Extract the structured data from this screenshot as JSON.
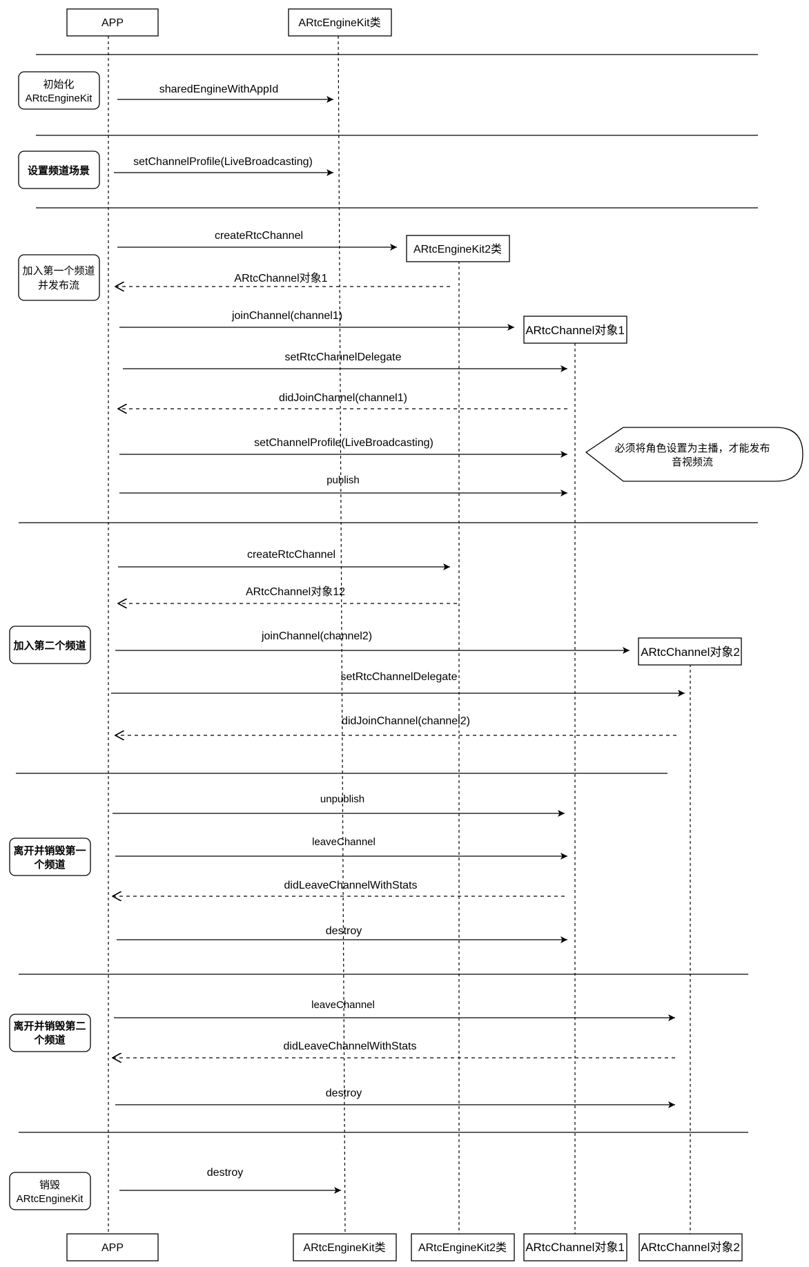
{
  "participants": [
    {
      "id": "app",
      "name": "APP"
    },
    {
      "id": "kit",
      "name": "ARtcEngineKit类"
    },
    {
      "id": "kit2",
      "name": "ARtcEngineKit2类"
    },
    {
      "id": "ch1",
      "name": "ARtcChannel对象1"
    },
    {
      "id": "ch2",
      "name": "ARtcChannel对象2"
    }
  ],
  "sections": [
    {
      "label": [
        "初始化",
        "ARtcEngineKit"
      ],
      "bold": false
    },
    {
      "label": [
        "设置频道场景"
      ],
      "bold": true
    },
    {
      "label": [
        "加入第一个频道",
        "并发布流"
      ],
      "bold": false
    },
    {
      "label": [
        "加入第二个频道"
      ],
      "bold": true
    },
    {
      "label": [
        "离开并销毁第一",
        "个频道"
      ],
      "bold": true
    },
    {
      "label": [
        "离开并销毁第二",
        "个频道"
      ],
      "bold": true
    },
    {
      "label": [
        "销毁",
        "ARtcEngineKit"
      ],
      "bold": false
    }
  ],
  "messages": [
    {
      "label": "sharedEngineWithAppId",
      "from": "app",
      "to": "kit",
      "kind": "call"
    },
    {
      "label": "setChannelProfile(LiveBroadcasting)",
      "from": "app",
      "to": "kit",
      "kind": "call"
    },
    {
      "label": "createRtcChannel",
      "from": "app",
      "to": "kit2",
      "kind": "create"
    },
    {
      "label": "ARtcChannel对象1",
      "from": "kit2",
      "to": "app",
      "kind": "return"
    },
    {
      "label": "joinChannel(channel1)",
      "from": "app",
      "to": "ch1",
      "kind": "create"
    },
    {
      "label": "setRtcChannelDelegate",
      "from": "app",
      "to": "ch1",
      "kind": "call"
    },
    {
      "label": "didJoinChannel(channel1)",
      "from": "ch1",
      "to": "app",
      "kind": "return"
    },
    {
      "label": "setChannelProfile(LiveBroadcasting)",
      "from": "app",
      "to": "ch1",
      "kind": "call"
    },
    {
      "label": "publish",
      "from": "app",
      "to": "ch1",
      "kind": "call"
    },
    {
      "label": "createRtcChannel",
      "from": "app",
      "to": "kit2",
      "kind": "call"
    },
    {
      "label": "ARtcChannel对象12",
      "from": "kit2",
      "to": "app",
      "kind": "return"
    },
    {
      "label": "joinChannel(channel2)",
      "from": "app",
      "to": "ch2",
      "kind": "create"
    },
    {
      "label": "setRtcChannelDelegate",
      "from": "app",
      "to": "ch2",
      "kind": "call"
    },
    {
      "label": "didJoinChannel(channel2)",
      "from": "ch2",
      "to": "app",
      "kind": "return"
    },
    {
      "label": "unpublish",
      "from": "app",
      "to": "ch1",
      "kind": "call"
    },
    {
      "label": "leaveChannel",
      "from": "app",
      "to": "ch1",
      "kind": "call"
    },
    {
      "label": "didLeaveChannelWithStats",
      "from": "ch1",
      "to": "app",
      "kind": "return"
    },
    {
      "label": "destroy",
      "from": "app",
      "to": "ch1",
      "kind": "call"
    },
    {
      "label": "leaveChannel",
      "from": "app",
      "to": "ch2",
      "kind": "call"
    },
    {
      "label": "didLeaveChannelWithStats",
      "from": "ch2",
      "to": "app",
      "kind": "return"
    },
    {
      "label": "destroy",
      "from": "app",
      "to": "ch2",
      "kind": "call"
    },
    {
      "label": "destroy",
      "from": "app",
      "to": "kit",
      "kind": "call"
    }
  ],
  "note": {
    "lines": [
      "必须将角色设置为主播，才能发布",
      "音视频流"
    ]
  }
}
